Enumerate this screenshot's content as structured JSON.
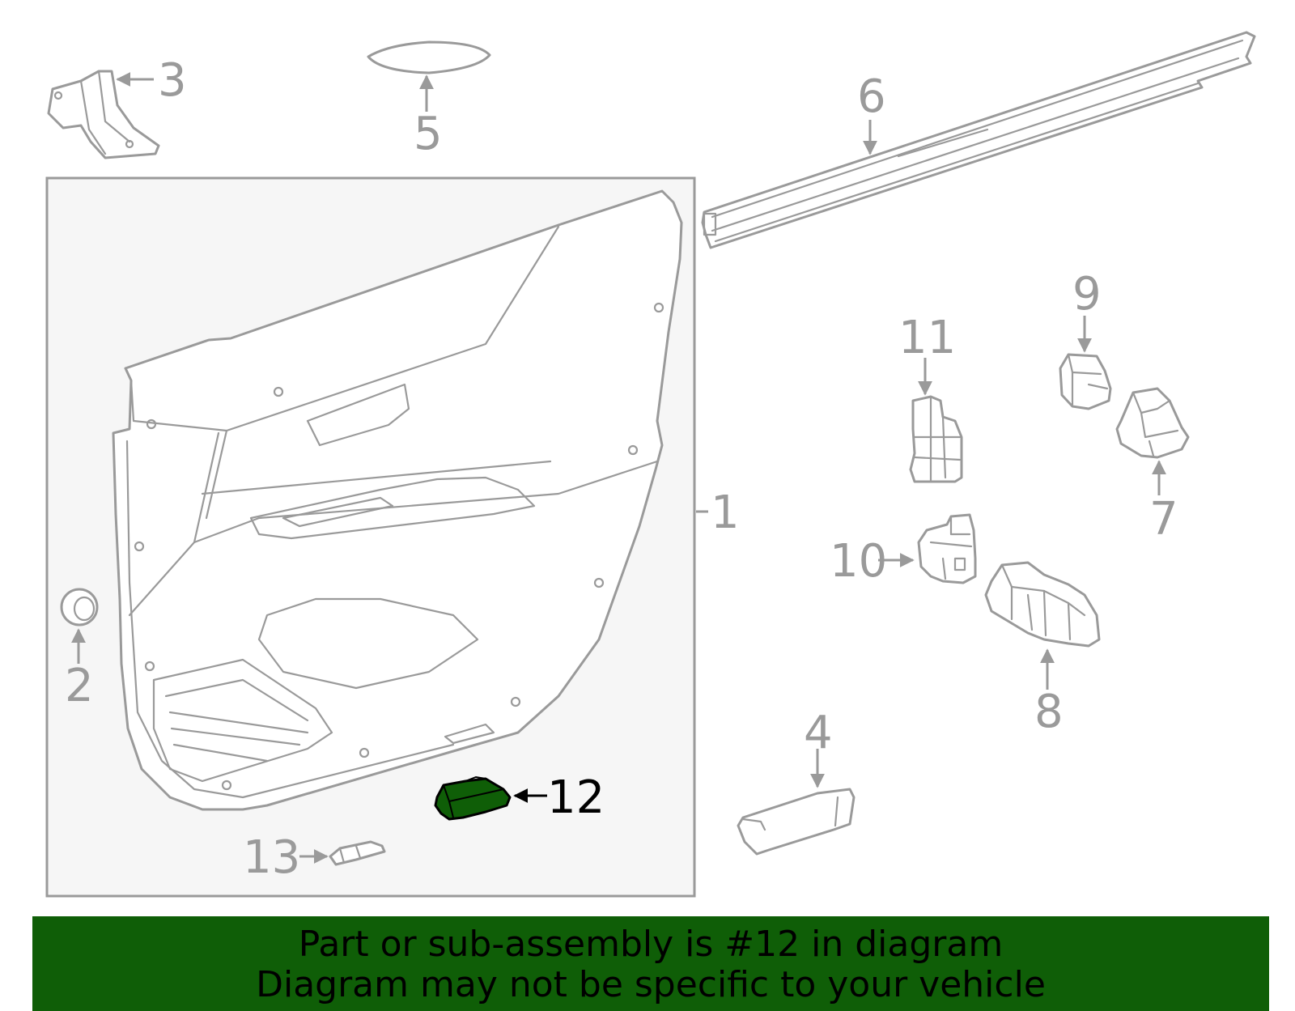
{
  "callouts": {
    "c1": "1",
    "c2": "2",
    "c3": "3",
    "c4": "4",
    "c5": "5",
    "c6": "6",
    "c7": "7",
    "c8": "8",
    "c9": "9",
    "c10": "10",
    "c11": "11",
    "c12": "12",
    "c13": "13"
  },
  "highlight": {
    "part": "12",
    "color": "#0f5e07"
  },
  "banner": {
    "line1": "Part or sub-assembly is #12 in diagram",
    "line2": "Diagram may not be specific to your vehicle",
    "color": "#0f5e07"
  }
}
